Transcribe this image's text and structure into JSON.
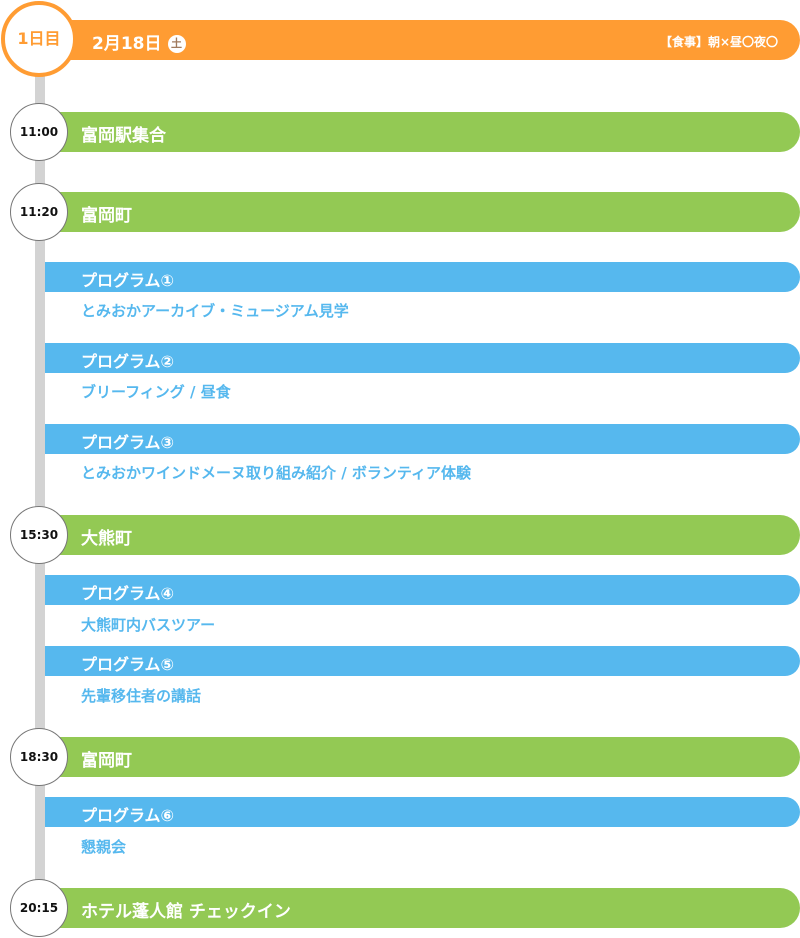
{
  "day": {
    "label": "1日目",
    "date": "2月18日",
    "weekday": "土",
    "meals": "【食事】朝×昼〇夜〇",
    "color": "#ff9c33"
  },
  "colors": {
    "stop": "#93c954",
    "program": "#56b8ee",
    "timeline": "#d3d3d3"
  },
  "stops": [
    {
      "time": "11:00",
      "title": "富岡駅集合"
    },
    {
      "time": "11:20",
      "title": "富岡町"
    },
    {
      "time": "15:30",
      "title": "大熊町"
    },
    {
      "time": "18:30",
      "title": "富岡町"
    },
    {
      "time": "20:15",
      "title": "ホテル蓬人館 チェックイン"
    }
  ],
  "programs": [
    {
      "title": "プログラム①",
      "desc": "とみおかアーカイブ・ミュージアム見学"
    },
    {
      "title": "プログラム②",
      "desc": "ブリーフィング / 昼食"
    },
    {
      "title": "プログラム③",
      "desc": "とみおかワインドメーヌ取り組み紹介 / ボランティア体験"
    },
    {
      "title": "プログラム④",
      "desc": "大熊町内バスツアー"
    },
    {
      "title": "プログラム⑤",
      "desc": "先輩移住者の講話"
    },
    {
      "title": "プログラム⑥",
      "desc": "懇親会"
    }
  ]
}
